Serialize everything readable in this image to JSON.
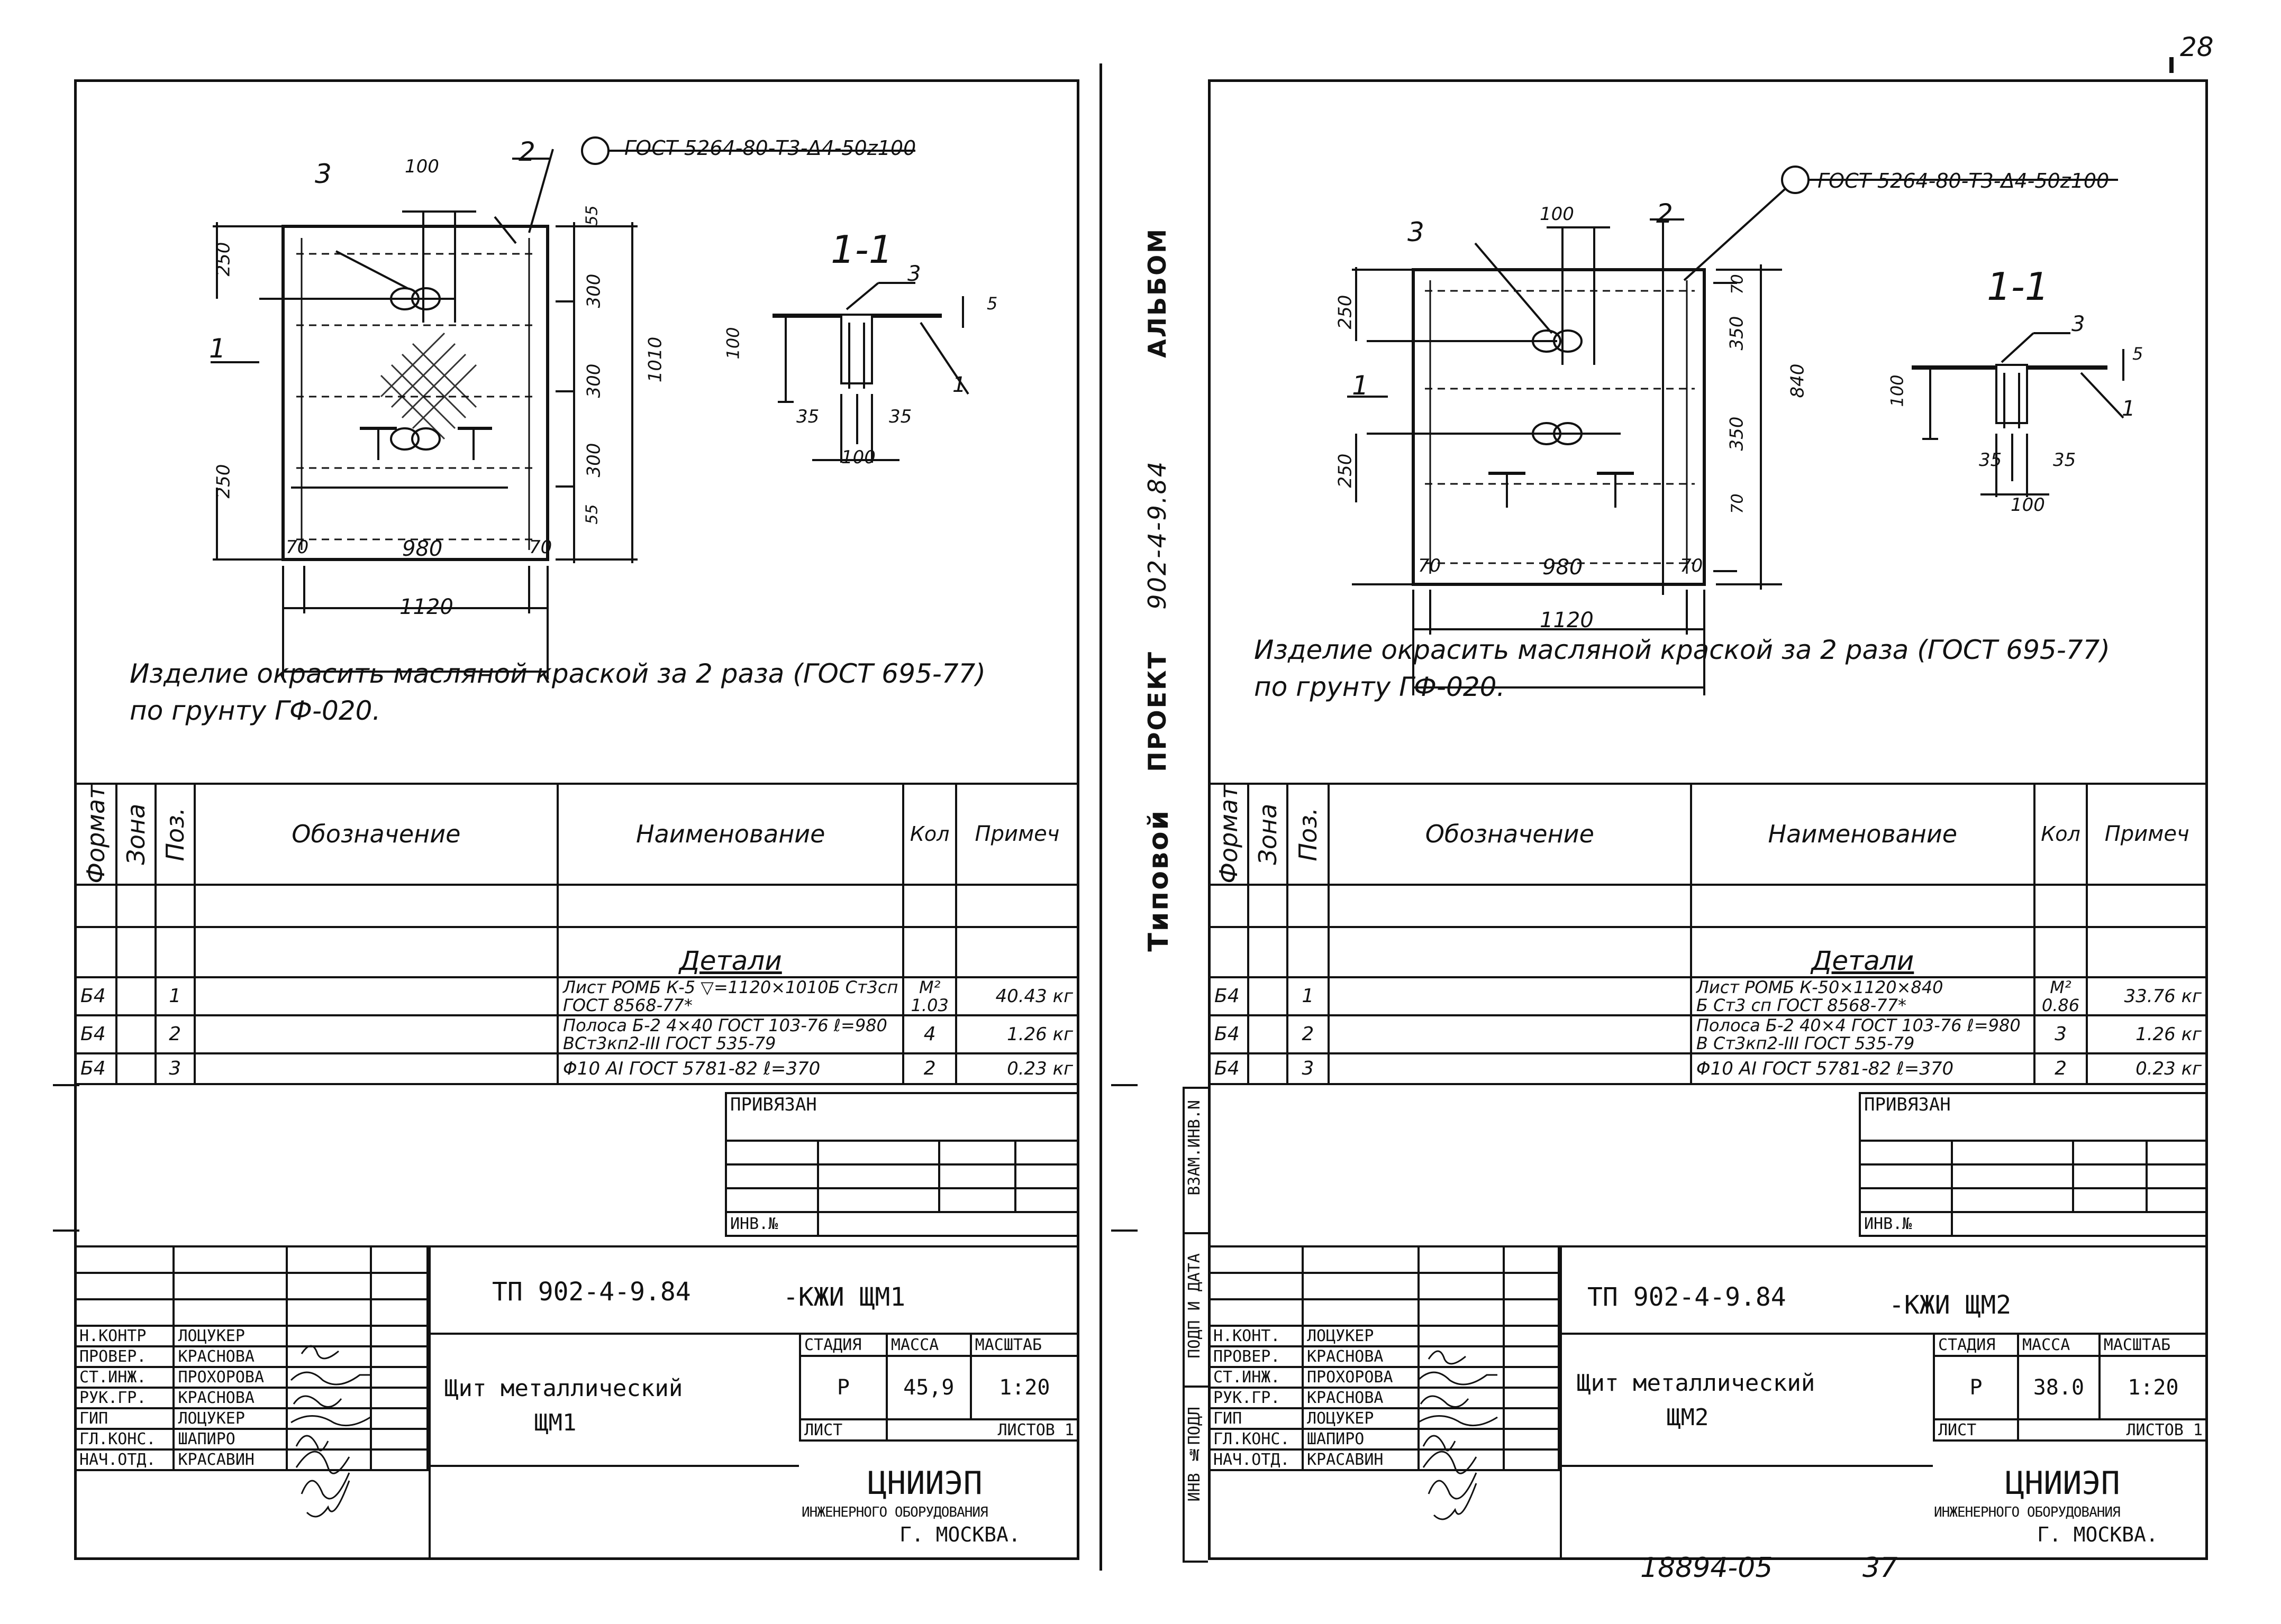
{
  "page_number": "28",
  "binder": {
    "album": "АЛЬБОМ",
    "project": "902-4-9.84",
    "typical": "Типовой",
    "project_word": "ПРОЕКТ",
    "inv_vzam": "ВЗАМ.ИНВ.N",
    "podp_data": "ПОДП И ДАТА",
    "inv_podl": "ИНВ №ПОДЛ"
  },
  "footer": {
    "code": "18894-05",
    "sheet": "37"
  },
  "sheets": [
    {
      "gost_mesh": "ГОСТ 5264-80-Т3-Δ4-50z100",
      "section": "1-1",
      "dims": {
        "top100": "100",
        "w980": "980",
        "w1120": "1120",
        "m70a": "70",
        "m70b": "70",
        "h250a": "250",
        "h250b": "250",
        "h1010": "1010",
        "h300a": "300",
        "h300b": "300",
        "h300c": "300",
        "h55a": "55",
        "h55b": "55",
        "s100": "100",
        "s35a": "35",
        "s35b": "35",
        "s100b": "100",
        "s5": "5"
      },
      "pos_labels": {
        "p1": "1",
        "p2": "2",
        "p3": "3",
        "s1": "1",
        "s3": "3"
      },
      "note_line1": "Изделие окрасить масляной краской за 2 раза (ГОСТ 695-77)",
      "note_line2": "по грунту ГФ-020.",
      "spec_headers": {
        "format": "Формат",
        "zone": "Зона",
        "pos": "Поз.",
        "designation": "Обозначение",
        "name": "Наименование",
        "qty": "Кол",
        "note": "Примеч"
      },
      "section_title": "Детали",
      "rows": [
        {
          "format": "Б4",
          "pos": "1",
          "name_a": "Лист РОМБ К-5 ▽=1120×1010Б Ст3сп",
          "name_b": "ГОСТ 8568-77*",
          "qty_a": "М²",
          "qty_b": "1.03",
          "note": "40.43 кг"
        },
        {
          "format": "Б4",
          "pos": "2",
          "name_a": "Полоса Б-2 4×40 ГОСТ 103-76  ℓ=980",
          "name_b": "ВСт3кп2-III ГОСТ 535-79",
          "qty_a": "",
          "qty_b": "4",
          "note": "1.26 кг"
        },
        {
          "format": "Б4",
          "pos": "3",
          "name_a": "Φ10 АI ГОСТ 5781-82  ℓ=370",
          "name_b": "",
          "qty_a": "",
          "qty_b": "2",
          "note": "0.23 кг"
        }
      ],
      "privyazan": "ПРИВЯЗАН",
      "inv_no": "ИНВ.№",
      "doc_code": "ТП 902-4-9.84",
      "doc_suffix": "-КЖИ  ЩМ1",
      "title_line1": "Щит  металлический",
      "title_line2": "ЩМ1",
      "stage_h": "СТАДИЯ",
      "mass_h": "МАССА",
      "scale_h": "МАСШТАБ",
      "stage": "Р",
      "mass": "45,9",
      "scale": "1:20",
      "list": "ЛИСТ",
      "lists": "ЛИСТОВ 1",
      "org1": "ЦНИИЭП",
      "org2": "ИНЖЕНЕРНОГО ОБОРУДОВАНИЯ",
      "org3": "Г. МОСКВА.",
      "staff": [
        {
          "role": "Н.КОНТР",
          "name": "ЛОЦУКЕР"
        },
        {
          "role": "ПРОВЕР.",
          "name": "КРАСНОВА"
        },
        {
          "role": "СТ.ИНЖ.",
          "name": "ПРОХОРОВА"
        },
        {
          "role": "РУК.ГР.",
          "name": "КРАСНОВА"
        },
        {
          "role": "ГИП",
          "name": "ЛОЦУКЕР"
        },
        {
          "role": "ГЛ.КОНС.",
          "name": "ШАПИРО"
        },
        {
          "role": "НАЧ.ОТД.",
          "name": "КРАСАВИН"
        }
      ]
    },
    {
      "gost_mesh": "ГОСТ 5264-80-Т3-Δ4-50z100",
      "section": "1-1",
      "dims": {
        "top100": "100",
        "w980": "980",
        "w1120": "1120",
        "m70a": "70",
        "m70b": "70",
        "h250a": "250",
        "h250b": "250",
        "h1010": "840",
        "h300a": "350",
        "h300b": "350",
        "h300c": "",
        "h55a": "70",
        "h55b": "70",
        "s100": "100",
        "s35a": "35",
        "s35b": "35",
        "s100b": "100",
        "s5": "5"
      },
      "pos_labels": {
        "p1": "1",
        "p2": "2",
        "p3": "3",
        "s1": "1",
        "s3": "3"
      },
      "note_line1": "Изделие окрасить масляной краской за 2 раза (ГОСТ 695-77)",
      "note_line2": "по грунту ГФ-020.",
      "spec_headers": {
        "format": "Формат",
        "zone": "Зона",
        "pos": "Поз.",
        "designation": "Обозначение",
        "name": "Наименование",
        "qty": "Кол",
        "note": "Примеч"
      },
      "section_title": "Детали",
      "rows": [
        {
          "format": "Б4",
          "pos": "1",
          "name_a": "Лист РОМБ К-50×1120×840",
          "name_b": "Б Ст3 сп ГОСТ 8568-77*",
          "qty_a": "М²",
          "qty_b": "0.86",
          "note": "33.76 кг"
        },
        {
          "format": "Б4",
          "pos": "2",
          "name_a": "Полоса Б-2 40×4 ГОСТ 103-76  ℓ=980",
          "name_b": "В Ст3кп2-III ГОСТ 535-79",
          "qty_a": "",
          "qty_b": "3",
          "note": "1.26 кг"
        },
        {
          "format": "Б4",
          "pos": "3",
          "name_a": "Φ10 АI ГОСТ 5781-82  ℓ=370",
          "name_b": "",
          "qty_a": "",
          "qty_b": "2",
          "note": "0.23 кг"
        }
      ],
      "privyazan": "ПРИВЯЗАН",
      "inv_no": "ИНВ.№",
      "doc_code": "ТП 902-4-9.84",
      "doc_suffix": "-КЖИ  ЩМ2",
      "title_line1": "Щит  металлический",
      "title_line2": "ЩМ2",
      "stage_h": "СТАДИЯ",
      "mass_h": "МАССА",
      "scale_h": "МАСШТАБ",
      "stage": "Р",
      "mass": "38.0",
      "scale": "1:20",
      "list": "ЛИСТ",
      "lists": "ЛИСТОВ 1",
      "org1": "ЦНИИЭП",
      "org2": "ИНЖЕНЕРНОГО ОБОРУДОВАНИЯ",
      "org3": "Г. МОСКВА.",
      "staff": [
        {
          "role": "Н.КОНТ.",
          "name": "ЛОЦУКЕР"
        },
        {
          "role": "ПРОВЕР.",
          "name": "КРАСНОВА"
        },
        {
          "role": "СТ.ИНЖ.",
          "name": "ПРОХОРОВА"
        },
        {
          "role": "РУК.ГР.",
          "name": "КРАСНОВА"
        },
        {
          "role": "ГИП",
          "name": "ЛОЦУКЕР"
        },
        {
          "role": "ГЛ.КОНС.",
          "name": "ШАПИРО"
        },
        {
          "role": "НАЧ.ОТД.",
          "name": "КРАСАВИН"
        }
      ]
    }
  ]
}
